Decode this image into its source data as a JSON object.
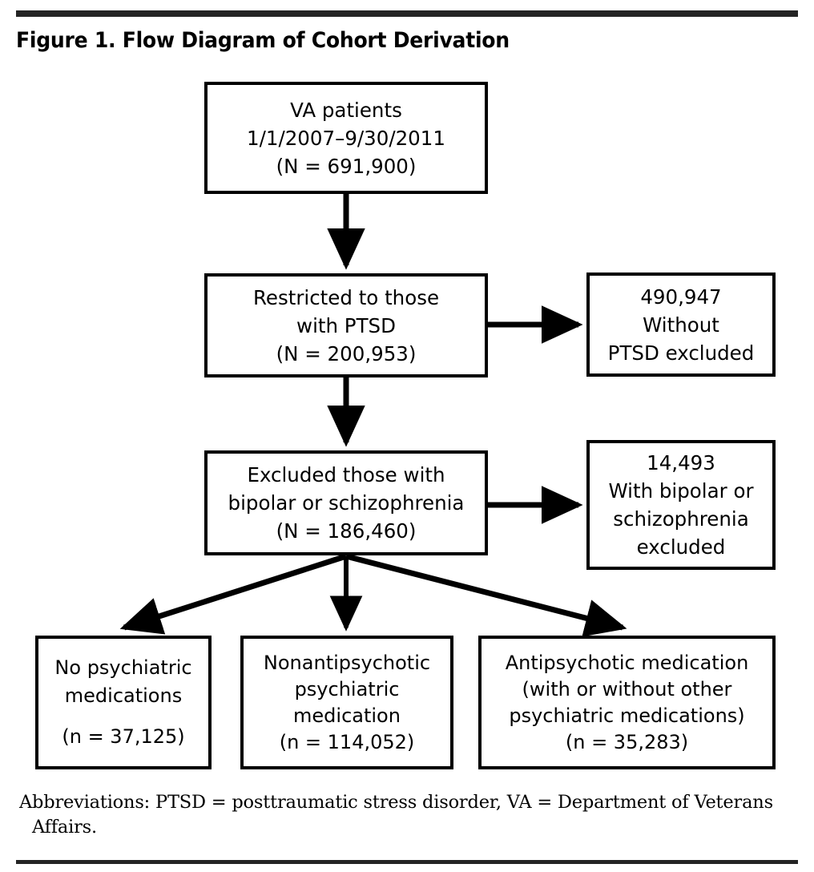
{
  "figure": {
    "title": "Figure 1. Flow Diagram of Cohort Derivation",
    "footnote": "Abbreviations: PTSD = posttraumatic stress disorder, VA = Department of Veterans Affairs.",
    "colors": {
      "rule": "#242424",
      "box_border": "#000000",
      "text": "#000000",
      "background": "#ffffff"
    }
  },
  "nodes": {
    "cohort": {
      "line1": "VA patients",
      "line2": "1/1/2007–9/30/2011",
      "line3": "(N = 691,900)"
    },
    "ptsd": {
      "line1": "Restricted to those",
      "line2": "with PTSD",
      "line3": "(N = 200,953)"
    },
    "excluded_ptsd": {
      "line1": "490,947",
      "line2": "Without",
      "line3": "PTSD excluded"
    },
    "excluded_dx": {
      "line1": "Excluded those with",
      "line2": "bipolar or schizophrenia",
      "line3": "(N = 186,460)"
    },
    "excluded_bpsz": {
      "line1": "14,493",
      "line2": "With bipolar or",
      "line3": "schizophrenia",
      "line4": "excluded"
    },
    "no_psych_meds": {
      "line1": "No psychiatric",
      "line2": "medications",
      "line3": "(n = 37,125)"
    },
    "nonantipsychotic": {
      "line1": "Nonantipsychotic",
      "line2": "psychiatric",
      "line3": "medication",
      "line4": "(n = 114,052)"
    },
    "antipsychotic": {
      "line1": "Antipsychotic medication",
      "line2": "(with or without other",
      "line3": "psychiatric medications)",
      "line4": "(n = 35,283)"
    }
  },
  "chart_data": {
    "type": "diagram",
    "title": "Figure 1. Flow Diagram of Cohort Derivation",
    "flow": [
      {
        "id": "cohort",
        "label": "VA patients 1/1/2007–9/30/2011",
        "n": 691900,
        "n_label": "N = 691,900"
      },
      {
        "id": "ptsd",
        "label": "Restricted to those with PTSD",
        "n": 200953,
        "n_label": "N = 200,953"
      },
      {
        "id": "excluded_dx",
        "label": "Excluded those with bipolar or schizophrenia",
        "n": 186460,
        "n_label": "N = 186,460"
      }
    ],
    "exclusions": [
      {
        "id": "excluded_ptsd",
        "label": "Without PTSD excluded",
        "n": 490947,
        "n_label": "490,947",
        "from": "ptsd"
      },
      {
        "id": "excluded_bpsz",
        "label": "With bipolar or schizophrenia excluded",
        "n": 14493,
        "n_label": "14,493",
        "from": "excluded_dx"
      }
    ],
    "terminals": [
      {
        "id": "no_psych_meds",
        "label": "No psychiatric medications",
        "n": 37125,
        "n_label": "n = 37,125"
      },
      {
        "id": "nonantipsychotic",
        "label": "Nonantipsychotic psychiatric medication",
        "n": 114052,
        "n_label": "n = 114,052"
      },
      {
        "id": "antipsychotic",
        "label": "Antipsychotic medication (with or without other psychiatric medications)",
        "n": 35283,
        "n_label": "n = 35,283"
      }
    ]
  }
}
